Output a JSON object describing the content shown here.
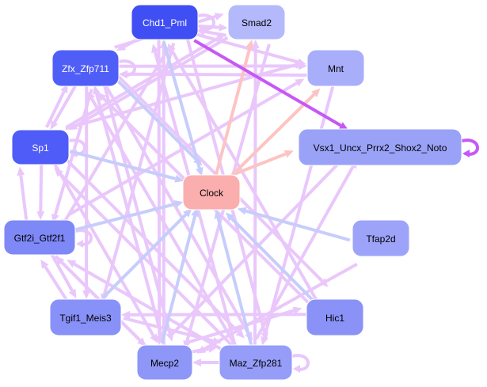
{
  "title": "Regulatory network: Clock",
  "nodes": [
    {
      "id": "Chd1_Pml",
      "label": "Chd1_Pml",
      "color": "#3f4ff4",
      "text_color": "#ffffff"
    },
    {
      "id": "Smad2",
      "label": "Smad2",
      "color": "#b4b9fb",
      "text_color": "#000000"
    },
    {
      "id": "Zfx_Zfp711",
      "label": "Zfx_Zfp711",
      "color": "#505ef8",
      "text_color": "#ffffff"
    },
    {
      "id": "Mnt",
      "label": "Mnt",
      "color": "#a9aefa",
      "text_color": "#000000"
    },
    {
      "id": "Sp1",
      "label": "Sp1",
      "color": "#4f5cf7",
      "text_color": "#ffffff"
    },
    {
      "id": "Vsx1",
      "label": "Vsx1_Uncx_Prrx2_Shox2_Noto",
      "color": "#9aa2f8",
      "text_color": "#000000"
    },
    {
      "id": "Clock",
      "label": "Clock",
      "color": "#fbaeae",
      "text_color": "#000000"
    },
    {
      "id": "Gtf2i_Gtf2f1",
      "label": "Gtf2i_Gtf2f1",
      "color": "#7e88f7",
      "text_color": "#000000"
    },
    {
      "id": "Tfap2d",
      "label": "Tfap2d",
      "color": "#9ca3f9",
      "text_color": "#000000"
    },
    {
      "id": "Tgif1_Meis3",
      "label": "Tgif1_Meis3",
      "color": "#8891f8",
      "text_color": "#000000"
    },
    {
      "id": "Hic1",
      "label": "Hic1",
      "color": "#8a92f8",
      "text_color": "#000000"
    },
    {
      "id": "Mecp2",
      "label": "Mecp2",
      "color": "#8e96f8",
      "text_color": "#000000"
    },
    {
      "id": "Maz_Zfp281",
      "label": "Maz_Zfp281",
      "color": "#959df8",
      "text_color": "#000000"
    }
  ],
  "edge_types": {
    "activation": "#e9c7fb",
    "to_clock": "#c7cdfb",
    "from_clock": "#fdc3c3",
    "strong": "#c658f5"
  },
  "edges": [
    {
      "from": "Chd1_Pml",
      "to": "Clock",
      "type": "to_clock"
    },
    {
      "from": "Zfx_Zfp711",
      "to": "Clock",
      "type": "to_clock"
    },
    {
      "from": "Sp1",
      "to": "Clock",
      "type": "to_clock"
    },
    {
      "from": "Gtf2i_Gtf2f1",
      "to": "Clock",
      "type": "to_clock"
    },
    {
      "from": "Tgif1_Meis3",
      "to": "Clock",
      "type": "to_clock"
    },
    {
      "from": "Mecp2",
      "to": "Clock",
      "type": "to_clock"
    },
    {
      "from": "Maz_Zfp281",
      "to": "Clock",
      "type": "to_clock"
    },
    {
      "from": "Hic1",
      "to": "Clock",
      "type": "to_clock"
    },
    {
      "from": "Tfap2d",
      "to": "Clock",
      "type": "to_clock"
    },
    {
      "from": "Clock",
      "to": "Smad2",
      "type": "from_clock"
    },
    {
      "from": "Clock",
      "to": "Mnt",
      "type": "from_clock"
    },
    {
      "from": "Clock",
      "to": "Vsx1",
      "type": "from_clock"
    },
    {
      "from": "Chd1_Pml",
      "to": "Vsx1",
      "type": "strong"
    },
    {
      "from": "Vsx1",
      "to": "Vsx1",
      "type": "strong"
    },
    {
      "from": "Chd1_Pml",
      "to": "Smad2",
      "type": "activation"
    },
    {
      "from": "Smad2",
      "to": "Chd1_Pml",
      "type": "activation"
    },
    {
      "from": "Chd1_Pml",
      "to": "Chd1_Pml",
      "type": "activation"
    },
    {
      "from": "Chd1_Pml",
      "to": "Zfx_Zfp711",
      "type": "activation"
    },
    {
      "from": "Chd1_Pml",
      "to": "Mecp2",
      "type": "activation"
    },
    {
      "from": "Chd1_Pml",
      "to": "Maz_Zfp281",
      "type": "activation"
    },
    {
      "from": "Chd1_Pml",
      "to": "Tgif1_Meis3",
      "type": "activation"
    },
    {
      "from": "Chd1_Pml",
      "to": "Mnt",
      "type": "activation"
    },
    {
      "from": "Chd1_Pml",
      "to": "Gtf2i_Gtf2f1",
      "type": "activation"
    },
    {
      "from": "Zfx_Zfp711",
      "to": "Smad2",
      "type": "activation"
    },
    {
      "from": "Zfx_Zfp711",
      "to": "Mnt",
      "type": "activation"
    },
    {
      "from": "Zfx_Zfp711",
      "to": "Sp1",
      "type": "activation"
    },
    {
      "from": "Zfx_Zfp711",
      "to": "Gtf2i_Gtf2f1",
      "type": "activation"
    },
    {
      "from": "Zfx_Zfp711",
      "to": "Mecp2",
      "type": "activation"
    },
    {
      "from": "Zfx_Zfp711",
      "to": "Maz_Zfp281",
      "type": "activation"
    },
    {
      "from": "Zfx_Zfp711",
      "to": "Hic1",
      "type": "activation"
    },
    {
      "from": "Zfx_Zfp711",
      "to": "Tgif1_Meis3",
      "type": "activation"
    },
    {
      "from": "Zfx_Zfp711",
      "to": "Zfx_Zfp711",
      "type": "activation"
    },
    {
      "from": "Sp1",
      "to": "Mnt",
      "type": "activation"
    },
    {
      "from": "Sp1",
      "to": "Smad2",
      "type": "activation"
    },
    {
      "from": "Sp1",
      "to": "Gtf2i_Gtf2f1",
      "type": "activation"
    },
    {
      "from": "Sp1",
      "to": "Mecp2",
      "type": "activation"
    },
    {
      "from": "Sp1",
      "to": "Maz_Zfp281",
      "type": "activation"
    },
    {
      "from": "Sp1",
      "to": "Sp1",
      "type": "activation"
    },
    {
      "from": "Sp1",
      "to": "Zfx_Zfp711",
      "type": "activation"
    },
    {
      "from": "Gtf2i_Gtf2f1",
      "to": "Sp1",
      "type": "activation"
    },
    {
      "from": "Gtf2i_Gtf2f1",
      "to": "Tgif1_Meis3",
      "type": "activation"
    },
    {
      "from": "Gtf2i_Gtf2f1",
      "to": "Gtf2i_Gtf2f1",
      "type": "activation"
    },
    {
      "from": "Gtf2i_Gtf2f1",
      "to": "Mnt",
      "type": "activation"
    },
    {
      "from": "Gtf2i_Gtf2f1",
      "to": "Mecp2",
      "type": "activation"
    },
    {
      "from": "Tgif1_Meis3",
      "to": "Gtf2i_Gtf2f1",
      "type": "activation"
    },
    {
      "from": "Tgif1_Meis3",
      "to": "Maz_Zfp281",
      "type": "activation"
    },
    {
      "from": "Mecp2",
      "to": "Maz_Zfp281",
      "type": "activation"
    },
    {
      "from": "Mecp2",
      "to": "Zfx_Zfp711",
      "type": "activation"
    },
    {
      "from": "Mecp2",
      "to": "Chd1_Pml",
      "type": "activation"
    },
    {
      "from": "Mecp2",
      "to": "Hic1",
      "type": "activation"
    },
    {
      "from": "Mecp2",
      "to": "Vsx1",
      "type": "activation"
    },
    {
      "from": "Mecp2",
      "to": "Gtf2i_Gtf2f1",
      "type": "activation"
    },
    {
      "from": "Maz_Zfp281",
      "to": "Mecp2",
      "type": "activation"
    },
    {
      "from": "Maz_Zfp281",
      "to": "Maz_Zfp281",
      "type": "activation"
    },
    {
      "from": "Maz_Zfp281",
      "to": "Smad2",
      "type": "activation"
    },
    {
      "from": "Maz_Zfp281",
      "to": "Chd1_Pml",
      "type": "activation"
    },
    {
      "from": "Maz_Zfp281",
      "to": "Zfx_Zfp711",
      "type": "activation"
    },
    {
      "from": "Maz_Zfp281",
      "to": "Sp1",
      "type": "activation"
    },
    {
      "from": "Maz_Zfp281",
      "to": "Gtf2i_Gtf2f1",
      "type": "activation"
    },
    {
      "from": "Maz_Zfp281",
      "to": "Vsx1",
      "type": "activation"
    },
    {
      "from": "Hic1",
      "to": "Zfx_Zfp711",
      "type": "activation"
    },
    {
      "from": "Hic1",
      "to": "Chd1_Pml",
      "type": "activation"
    },
    {
      "from": "Hic1",
      "to": "Tgif1_Meis3",
      "type": "activation"
    },
    {
      "from": "Tfap2d",
      "to": "Mecp2",
      "type": "activation"
    },
    {
      "from": "Smad2",
      "to": "Mecp2",
      "type": "activation"
    },
    {
      "from": "Smad2",
      "to": "Sp1",
      "type": "activation"
    },
    {
      "from": "Mnt",
      "to": "Maz_Zfp281",
      "type": "activation"
    },
    {
      "from": "Mnt",
      "to": "Zfx_Zfp711",
      "type": "activation"
    }
  ]
}
